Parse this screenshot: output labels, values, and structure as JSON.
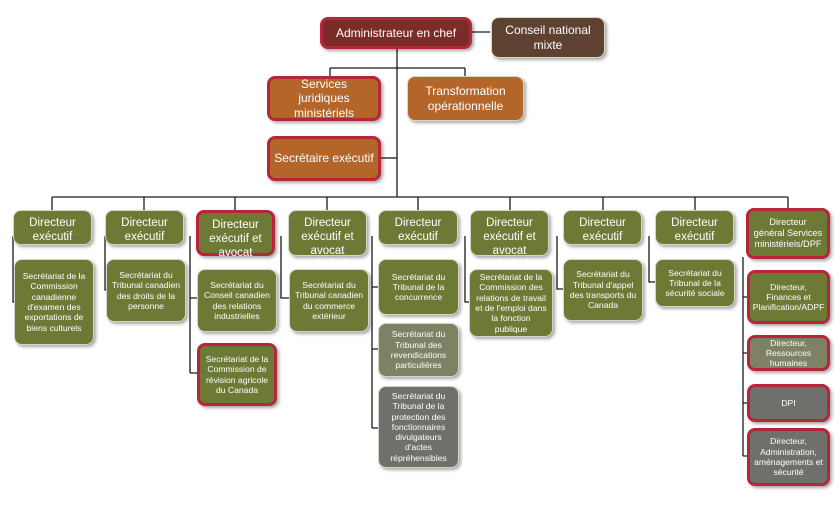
{
  "colors": {
    "maroon": "#7b2b28",
    "brown": "#5e4131",
    "orange": "#b4652a",
    "olive": "#6d7a35",
    "gray_olive": "#7e8163",
    "gray": "#6f6f6b",
    "red_border": "#b5263a",
    "connector": "#1a1a1a"
  },
  "top": {
    "admin": "Administrateur en chef",
    "conseil": "Conseil national mixte",
    "services": "Services juridiques ministériels",
    "transformation": "Transformation opérationnelle",
    "secretaire": "Secrétaire exécutif"
  },
  "columns": [
    {
      "head": "Directeur exécutif",
      "subs": [
        "Secrétariat de la Commission canadienne d'examen des exportations de biens culturels"
      ]
    },
    {
      "head": "Directeur exécutif",
      "subs": [
        "Secrétariat du Tribunal canadien des droits de la personne"
      ]
    },
    {
      "head": "Directeur exécutif et avocat général",
      "subs": [
        "Secrétariat du Conseil canadien des relations industrielles",
        "Secrétariat de la Commission de révision agricole du Canada"
      ]
    },
    {
      "head": "Directeur exécutif et avocat général",
      "subs": [
        "Secrétariat du Tribunal canadien du commerce extérieur"
      ]
    },
    {
      "head": "Directeur exécutif",
      "subs": [
        "Secrétariat du Tribunal de la concurrence",
        "Secrétariat du Tribunal des revendications particulières",
        "Secrétariat du Tribunal de la protection des fonctionnaires divulgateurs d'actes répréhensibles"
      ]
    },
    {
      "head": "Directeur exécutif et avocat général",
      "subs": [
        "Secrétariat de la Commission des relations de travail et de l'emploi dans la fonction publique"
      ]
    },
    {
      "head": "Directeur exécutif",
      "subs": [
        "Secrétariat du Tribunal d'appel des transports du Canada"
      ]
    },
    {
      "head": "Directeur exécutif",
      "subs": [
        "Secrétariat du Tribunal de la sécurité sociale"
      ]
    },
    {
      "head": "Directeur général Services ministériels/DPF",
      "subs": [
        "Directeur, Finances et Planification/ADPF",
        "Directeur, Ressources humaines",
        "DPI",
        "Directeur, Administration, aménagements et sécurité"
      ]
    }
  ]
}
